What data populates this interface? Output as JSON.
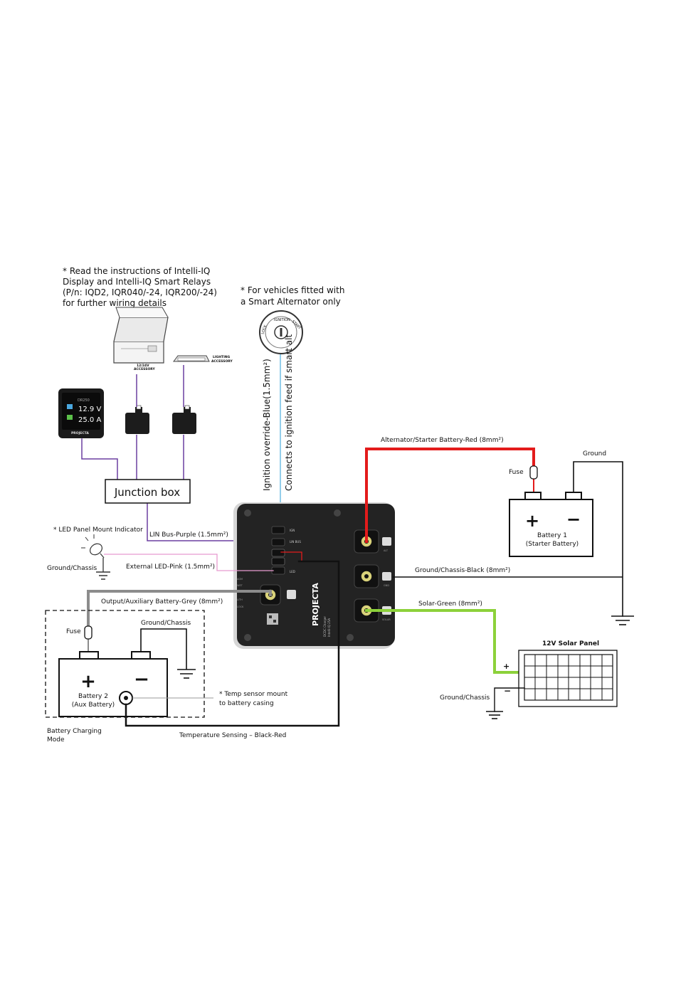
{
  "notes": {
    "intelli_iq_line1": "* Read the instructions of Intelli-IQ",
    "intelli_iq_line2": "Display and Intelli-IQ Smart Relays",
    "intelli_iq_line3": "(P/n: IQD2, IQR040/-24, IQR200/-24)",
    "intelli_iq_line4": "for further wiring details",
    "smart_alt_line1": "* For vehicles fitted with",
    "smart_alt_line2": "a Smart Alternator only",
    "led_panel": "* LED Panel Mount Indicator",
    "temp_sensor_line1": "* Temp sensor mount",
    "temp_sensor_line2": "to battery casing"
  },
  "ignition": {
    "lock": "LOCK",
    "ignition": "IGNITION",
    "start": "START"
  },
  "accessories": {
    "fridge_line1": "12/24V",
    "fridge_line2": "ACCESSORY",
    "light_line1": "LIGHTING",
    "light_line2": "ACCESSORY"
  },
  "display": {
    "header": "DR250",
    "volts": "12.9 V",
    "amps": "25.0 A",
    "brand": "PROJECTA"
  },
  "junction_box": "Junction box",
  "wire_labels": {
    "ignition_override": "Ignition override-Blue(1.5mm²)",
    "ignition_feed": "Connects to ignition feed if smart alt",
    "lin_bus": "LIN Bus-Purple (1.5mm²)",
    "external_led": "External LED-Pink (1.5mm²)",
    "output_aux": "Output/Auxiliary Battery-Grey (8mm²)",
    "alternator": "Alternator/Starter Battery-Red (8mm²)",
    "ground_chassis_black": "Ground/Chassis-Black (8mm²)",
    "solar_green": "Solar-Green (8mm²)",
    "temperature_sensing": "Temperature Sensing – Black-Red"
  },
  "ground_labels": {
    "ground_top_right": "Ground",
    "led_ground": "Ground/Chassis",
    "battery2_ground": "Ground/Chassis",
    "solar_ground": "Ground/Chassis"
  },
  "fuses": {
    "fuse_battery1": "Fuse",
    "fuse_battery2": "Fuse"
  },
  "battery1": {
    "plus": "+",
    "minus": "−",
    "name": "Battery 1",
    "sub": "(Starter Battery)"
  },
  "battery2": {
    "plus": "+",
    "minus": "−",
    "name": "Battery 2",
    "sub": "(Aux Battery)"
  },
  "solar_panel": {
    "title": "12V Solar Panel",
    "plus": "+",
    "minus": "−"
  },
  "charging_mode_line1": "Battery Charging",
  "charging_mode_line2": "Mode",
  "device": {
    "brand": "PROJECTA",
    "model_line1": "DCDC Charger",
    "model_line2": "Intelli-IQ 25A",
    "left_labels": [
      "IGN",
      "LIN BUS",
      "LED"
    ],
    "side_labels": [
      "AGM",
      "WET",
      "LITH",
      "LOCK"
    ],
    "terminal_labels": [
      "ALT",
      "GND",
      "SOLAR"
    ]
  },
  "colors": {
    "red": "#e31b1b",
    "green": "#8cd13a",
    "grey": "#8c8c8c",
    "purple": "#6b3fa0",
    "pink": "#e89bd0",
    "blue": "#5ab4e0",
    "black": "#111111",
    "device": "#222222"
  }
}
